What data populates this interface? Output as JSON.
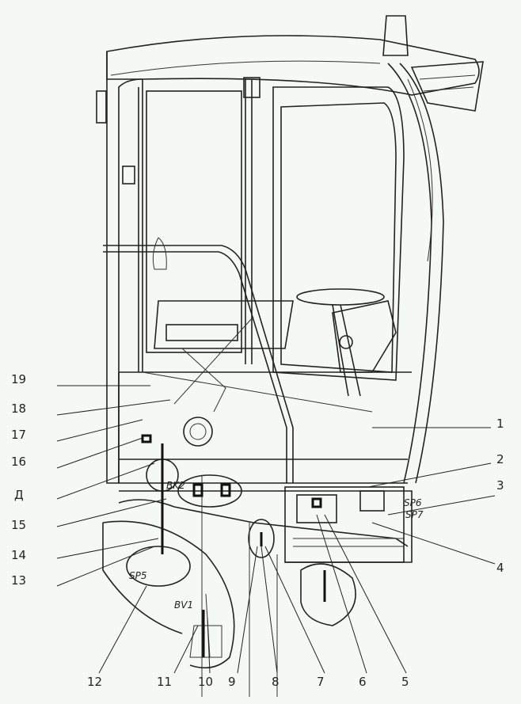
{
  "title": "Cab electrical equipment layout",
  "callouts_right": [
    "1",
    "2",
    "3",
    "4"
  ],
  "callouts_left": [
    "19",
    "18",
    "17",
    "16",
    "Д",
    "15",
    "14",
    "13"
  ],
  "callouts_bottom": [
    "12",
    "11",
    "10",
    "9",
    "8",
    "7",
    "6",
    "5"
  ],
  "component_labels": {
    "bk2": "BK2",
    "sp6": "SP6",
    "sp7": "SP7",
    "sp5": "SP5",
    "bv1": "BV1"
  }
}
